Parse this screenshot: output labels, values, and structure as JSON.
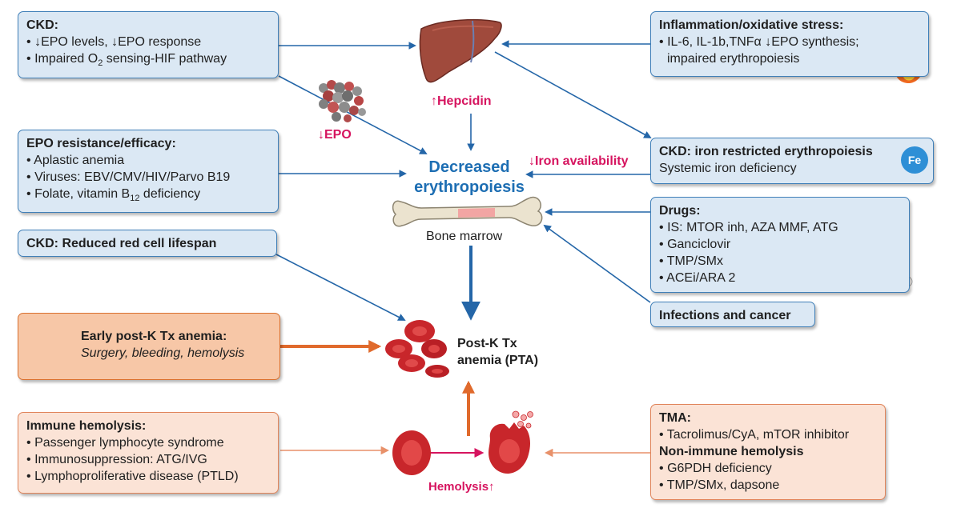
{
  "colors": {
    "blue_arrow": "#2466a8",
    "orange_arrow": "#e06a2c",
    "pink_arrow": "#d6145f",
    "highlight_text": "#d6145f",
    "center_text": "#1d6eb3",
    "blue_box": "#dbe8f4",
    "peach_box": "#fbe3d6",
    "orange_box": "#f7c7a7"
  },
  "icons": [
    "liver-icon",
    "epo-molecule-icon",
    "flame-icon",
    "iron-badge-icon",
    "bone-icon",
    "medicine-bottle-icon",
    "pills-icon",
    "clock-icon",
    "red-blood-cells-icon",
    "red-blood-cell-icon",
    "damaged-red-cell-icon"
  ],
  "ckd": {
    "title": "CKD:",
    "l1_a": "EPO levels,",
    "l1_b": "EPO response",
    "l2_a": "Impaired O",
    "l2_sub": "2",
    "l2_b": " sensing-HIF pathway"
  },
  "inflammation": {
    "title": "Inflammation/oxidative stress:",
    "l1_a": "IL-6, IL-1b,TNF",
    "l1_alpha": "α",
    "l1_b": "EPO synthesis;",
    "l2": "impaired erythropoiesis"
  },
  "epo_resistance": {
    "title": "EPO resistance/efficacy:",
    "l1": "Aplastic anemia",
    "l2": "Viruses: EBV/CMV/HIV/Parvo B19",
    "l3_a": "Folate, vitamin B",
    "l3_sub": "12",
    "l3_b": " deficiency"
  },
  "iron": {
    "title": "CKD: iron restricted erythropoiesis",
    "l1": "Systemic iron deficiency",
    "badge": "Fe"
  },
  "lifespan": {
    "title": "CKD: Reduced red cell lifespan"
  },
  "drugs": {
    "title": "Drugs:",
    "l1": "IS: MTOR inh, AZA MMF, ATG",
    "l2": "Ganciclovir",
    "l3": "TMP/SMx",
    "l4": "ACEi/ARA 2"
  },
  "infections": {
    "title": "Infections and cancer"
  },
  "early": {
    "title": "Early post-K Tx anemia:",
    "l1": "Surgery, bleeding, hemolysis"
  },
  "immune": {
    "title": "Immune hemolysis:",
    "l1": "Passenger lymphocyte syndrome",
    "l2": "Immunosuppression: ATG/IVG",
    "l3": "Lymphoproliferative disease (PTLD)"
  },
  "tma": {
    "title": "TMA:",
    "l1": "Tacrolimus/CyA, mTOR inhibitor",
    "subtitle": "Non-immune hemolysis",
    "l2": "G6PDH deficiency",
    "l3": "TMP/SMx, dapsone"
  },
  "labels": {
    "hepcidin": "↑Hepcidin",
    "epo": "↓EPO",
    "decreased_l1": "Decreased",
    "decreased_l2": "erythropoiesis",
    "iron_availability": "↓Iron availability",
    "bone_marrow": "Bone marrow",
    "pta_l1": "Post-K Tx",
    "pta_l2": "anemia (PTA)",
    "hemolysis": "Hemolysis↑"
  },
  "symbols": {
    "bullet": "•",
    "down_arrow": "↓"
  }
}
